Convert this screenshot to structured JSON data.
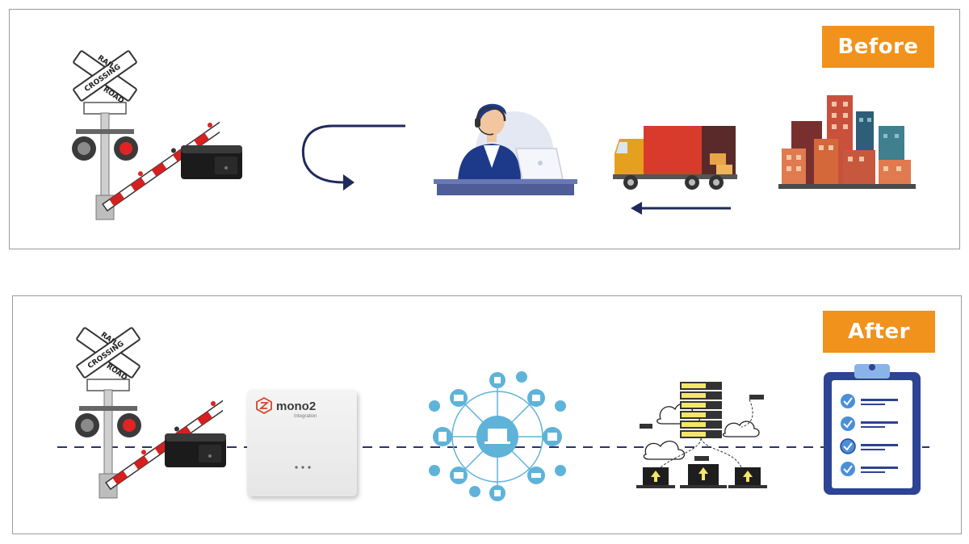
{
  "before": {
    "label": "Before"
  },
  "after": {
    "label": "After"
  },
  "crossing_sign": {
    "line1": "RAIL",
    "line2": "CROSSING",
    "line3": "ROAD"
  },
  "device": {
    "brand": "mono2",
    "tagline": "Integration"
  },
  "colors": {
    "badge": "#f0921b",
    "arrow": "#1f2a5c",
    "dashed_line": "#2b3566",
    "border": "#9a9a9a"
  }
}
